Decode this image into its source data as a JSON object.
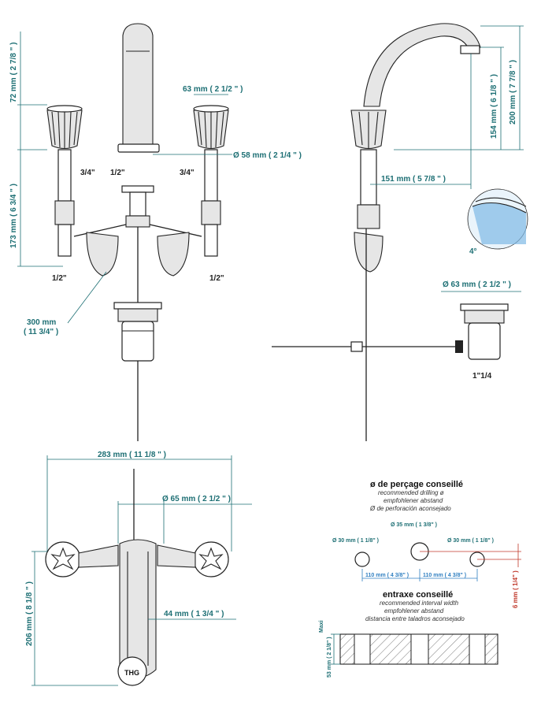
{
  "front_view": {
    "dim_handle_height": "72 mm ( 2 7/8 \" )",
    "dim_body_height": "173 mm ( 6 3/4 \" )",
    "dim_handle_dia": "63 mm ( 2 1/2 \" )",
    "dim_spout_dia": "Ø 58 mm ( 2 1/4 \" )",
    "thread_left_top": "3/4\"",
    "thread_center": "1/2\"",
    "thread_right_top": "3/4\"",
    "thread_left_bottom": "1/2\"",
    "thread_right_bottom": "1/2\"",
    "hose_length_line1": "300 mm",
    "hose_length_line2": "( 11 3/4\" )"
  },
  "side_view": {
    "dim_spout_rise": "154 mm ( 6 1/8 \" )",
    "dim_total_height": "200 mm ( 7 7/8 \" )",
    "dim_reach": "151 mm ( 5 7/8 \" )",
    "angle": "4°",
    "dim_waste_dia": "Ø 63 mm ( 2 1/2 \" )",
    "waste_thread": "1\"1/4"
  },
  "top_view": {
    "dim_overall_width": "283 mm ( 11 1/8 \" )",
    "dim_handle_dia": "Ø 65 mm ( 2 1/2 \" )",
    "dim_depth": "206 mm ( 8 1/8 \" )",
    "dim_spout_width": "44 mm ( 1 3/4 \" )",
    "logo_text": "THG"
  },
  "drilling": {
    "title": "ø de perçage conseillé",
    "sub_en": "recommended drilling ø",
    "sub_de": "empfohlener abstand",
    "sub_es": "Ø de perforación aconsejado",
    "hole_left": "Ø 30 mm ( 1 1/8\" )",
    "hole_center": "Ø 35 mm ( 1 3/8\" )",
    "hole_right": "Ø 30 mm ( 1 1/8\" )",
    "spacing_left": "110 mm ( 4 3/8\" )",
    "spacing_right": "110 mm ( 4 3/8\" )",
    "offset": "6 mm ( 1/4\" )"
  },
  "interval": {
    "title": "entraxe conseillé",
    "sub_en": "recommended interval width",
    "sub_de": "empfohlener abstand",
    "sub_es": "distancia entre taladros aconsejado",
    "max_thickness": "53 mm ( 2 1/8\" )",
    "max_label": "Maxi"
  },
  "colors": {
    "dimension": "#1d6f74",
    "outline": "#222222",
    "highlight": "#2f7fc1",
    "red_dim": "#c0392b"
  }
}
